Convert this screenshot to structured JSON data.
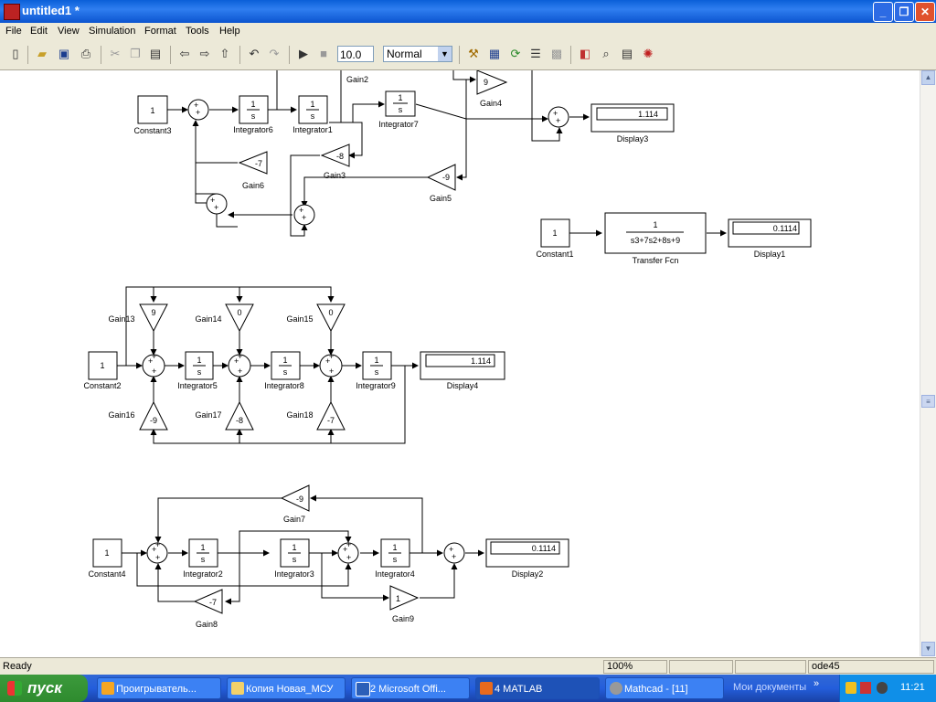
{
  "window": {
    "title": "untitled1 *"
  },
  "menu": [
    "File",
    "Edit",
    "View",
    "Simulation",
    "Format",
    "Tools",
    "Help"
  ],
  "toolbar": {
    "stop_time": "10.0",
    "sim_mode": "Normal"
  },
  "blocks": {
    "constant3": {
      "label": "Constant3",
      "value": "1"
    },
    "integrator6": {
      "label": "Integrator6",
      "num": "1",
      "den": "s"
    },
    "integrator1": {
      "label": "Integrator1",
      "num": "1",
      "den": "s"
    },
    "integrator7": {
      "label": "Integrator7",
      "num": "1",
      "den": "s"
    },
    "gain2": {
      "label": "Gain2"
    },
    "gain4": {
      "label": "Gain4",
      "value": "9"
    },
    "gain6": {
      "label": "Gain6",
      "value": "-7"
    },
    "gain3": {
      "label": "Gain3",
      "value": "-8"
    },
    "gain5": {
      "label": "Gain5",
      "value": "-9"
    },
    "display3": {
      "label": "Display3",
      "value": "1.114"
    },
    "constant1": {
      "label": "Constant1",
      "value": "1"
    },
    "transfer_fcn": {
      "label": "Transfer Fcn",
      "num": "1",
      "den": "s3+7s2+8s+9"
    },
    "display1": {
      "label": "Display1",
      "value": "0.1114"
    },
    "gain13": {
      "label": "Gain13",
      "value": "9"
    },
    "gain14": {
      "label": "Gain14",
      "value": "0"
    },
    "gain15": {
      "label": "Gain15",
      "value": "0"
    },
    "constant2": {
      "label": "Constant2",
      "value": "1"
    },
    "integrator5": {
      "label": "Integrator5",
      "num": "1",
      "den": "s"
    },
    "integrator8": {
      "label": "Integrator8",
      "num": "1",
      "den": "s"
    },
    "integrator9": {
      "label": "Integrator9",
      "num": "1",
      "den": "s"
    },
    "display4": {
      "label": "Display4",
      "value": "1.114"
    },
    "gain16": {
      "label": "Gain16",
      "value": "-9"
    },
    "gain17": {
      "label": "Gain17",
      "value": "-8"
    },
    "gain18": {
      "label": "Gain18",
      "value": "-7"
    },
    "gain7": {
      "label": "Gain7",
      "value": "-9"
    },
    "constant4": {
      "label": "Constant4",
      "value": "1"
    },
    "integrator2": {
      "label": "Integrator2",
      "num": "1",
      "den": "s"
    },
    "integrator3": {
      "label": "Integrator3",
      "num": "1",
      "den": "s"
    },
    "integrator4": {
      "label": "Integrator4",
      "num": "1",
      "den": "s"
    },
    "display2": {
      "label": "Display2",
      "value": "0.1114"
    },
    "gain8": {
      "label": "Gain8",
      "value": "-7"
    },
    "gain9": {
      "label": "Gain9",
      "value": "1"
    }
  },
  "status": {
    "state": "Ready",
    "zoom": "100%",
    "solver": "ode45"
  },
  "taskbar": {
    "start": "пуск",
    "tasks": [
      "Проигрыватель...",
      "Копия Новая_МСУ",
      "2 Microsoft Offi...",
      "4 MATLAB",
      "Mathcad - [11]"
    ],
    "desk": "Мои документы",
    "clock": "11:21"
  }
}
